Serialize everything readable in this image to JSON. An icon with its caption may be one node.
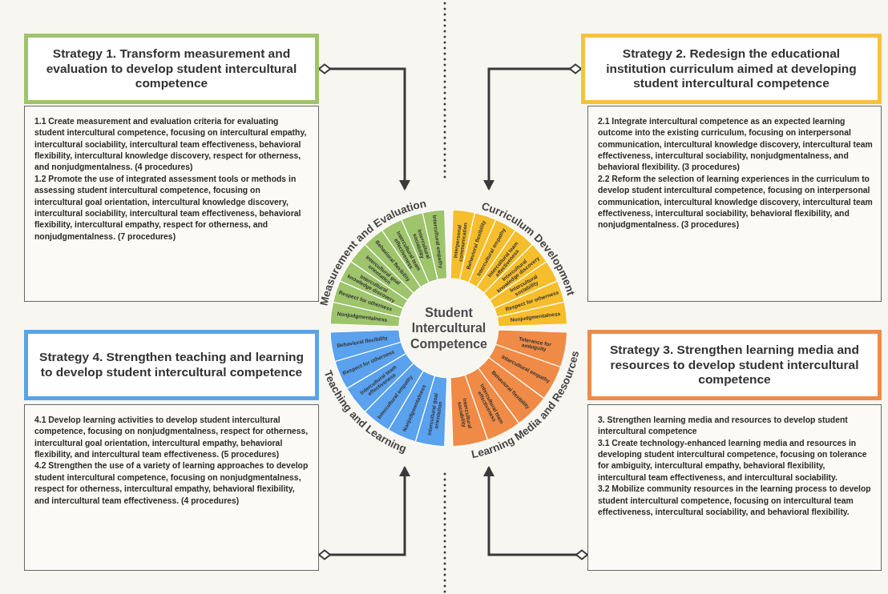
{
  "diagram": {
    "nodes": [
      {
        "text": [
          "Strategy 1. Transform measurement and evaluation to develop student intercultural competence"
        ]
      },
      {
        "text": [
          "1.1 Create measurement and evaluation criteria for evaluating student intercultural competence, focusing on intercultural empathy, intercultural sociability, intercultural team effectiveness, behavioral flexibility, intercultural knowledge discovery, respect for otherness, and nonjudgmentalness. (4 procedures)",
          "1.2 Promote the use of integrated assessment tools or methods in assessing student intercultural competence, focusing on intercultural goal orientation, intercultural knowledge discovery, intercultural sociability, intercultural team effectiveness, behavioral flexibility, intercultural empathy, respect for otherness, and nonjudgmentalness. (7 procedures)"
        ]
      },
      {
        "text": [
          "Strategy 2. Redesign the educational institution curriculum aimed at developing student intercultural competence"
        ]
      },
      {
        "text": [
          "2.1 Integrate intercultural competence as an expected learning outcome into the existing curriculum, focusing on interpersonal communication, intercultural knowledge discovery, intercultural team effectiveness, intercultural sociability, nonjudgmentalness, and behavioral flexibility. (3 procedures)",
          "2.2 Reform the selection of learning experiences in the curriculum to develop student intercultural competence, focusing on interpersonal communication, intercultural knowledge discovery, intercultural team effectiveness, intercultural sociability, behavioral flexibility, and nonjudgmentalness. (3 procedures)"
        ]
      },
      {
        "text": [
          "Strategy 4. Strengthen teaching and learning to develop student intercultural competence"
        ]
      },
      {
        "text": [
          "4.1 Develop learning activities to develop student intercultural competence, focusing on nonjudgmentalness, respect for otherness, intercultural goal orientation, intercultural empathy, behavioral flexibility, and intercultural team effectiveness. (5 procedures)",
          "4.2 Strengthen the use of a variety of learning approaches to develop student intercultural competence, focusing on nonjudgmentalness, respect for otherness, intercultural empathy, behavioral flexibility, and intercultural team effectiveness. (4 procedures)"
        ]
      },
      {
        "text": [
          "Strategy 3. Strengthen learning media and resources to develop student intercultural competence"
        ]
      },
      {
        "text": [
          "3. Strengthen learning media and resources to develop student intercultural competence",
          "3.1 Create technology-enhanced learning media and resources in developing student intercultural competence, focusing on tolerance for ambiguity, intercultural empathy, behavioral flexibility, intercultural team effectiveness, and intercultural sociability.",
          "3.2 Mobilize community resources in the learning process to develop student intercultural competence, focusing on intercultural team effectiveness, intercultural sociability, and behavioral flexibility."
        ]
      },
      {
        "text": [
          "Student Intercultural Competence"
        ]
      },
      {
        "text": [
          "Measurement and Evaluation",
          "Nonjudgmentalness",
          "Respect for otherness",
          "Intercultural knowledge discovery",
          "Intercultural goal orientation",
          "Behavioral flexibility",
          "Intercultural team effectiveness",
          "Intercultural sociability",
          "Intercultural empathy"
        ]
      },
      {
        "text": [
          "Curriculum Development",
          "Interpersonal communication",
          "Behavioral flexibility",
          "Intercultural empathy",
          "Intercultural team effectiveness",
          "Intercultural knowledge discovery",
          "Intercultural sociability",
          "Respect for otherness",
          "Nonjudgmentalness"
        ]
      },
      {
        "text": [
          "Learning Media and Resources",
          "Tolerance for ambiguity",
          "Intercultural empathy",
          "Behavioral flexibility",
          "Intercultural team effectiveness",
          "Intercultural sociability"
        ]
      },
      {
        "text": [
          "Teaching and Learning",
          "Intercultural goal orientation",
          "Nonjudgmentalness",
          "Intercultural empathy",
          "Intercultural team effectiveness",
          "Respect for otherness",
          "Behavioral flexibility"
        ]
      }
    ],
    "edges": [
      {
        "from": 0,
        "to": 9,
        "arrow": "to"
      },
      {
        "from": 2,
        "to": 10,
        "arrow": "to"
      },
      {
        "from": 5,
        "to": 12,
        "arrow": "to"
      },
      {
        "from": 7,
        "to": 11,
        "arrow": "to"
      }
    ]
  }
}
